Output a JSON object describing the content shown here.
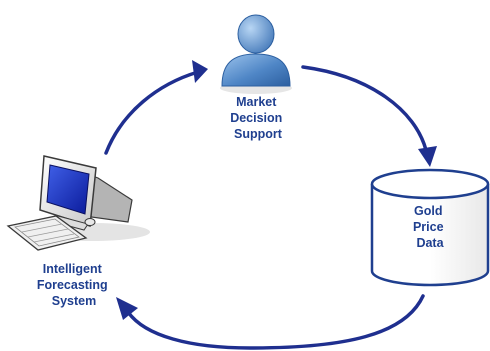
{
  "diagram": {
    "nodes": [
      {
        "id": "market",
        "icon": "person-icon",
        "label_lines": [
          "Market",
          "Decision",
          "Support"
        ]
      },
      {
        "id": "gold",
        "icon": "database-cylinder-icon",
        "label_lines": [
          "Gold",
          "Price",
          "Data"
        ]
      },
      {
        "id": "system",
        "icon": "computer-icon",
        "label_lines": [
          "Intelligent",
          "Forecasting",
          "System"
        ]
      }
    ],
    "edges": [
      {
        "from": "market",
        "to": "gold"
      },
      {
        "from": "gold",
        "to": "system"
      },
      {
        "from": "system",
        "to": "market"
      }
    ],
    "colors": {
      "arrow": "#1f2f8f",
      "label": "#1f3f8f",
      "person": "#4f86c6",
      "monitor_frame": "#f2f2f2",
      "screen": "#1f3fd0",
      "cylinder_outline": "#1f3f8f"
    }
  }
}
